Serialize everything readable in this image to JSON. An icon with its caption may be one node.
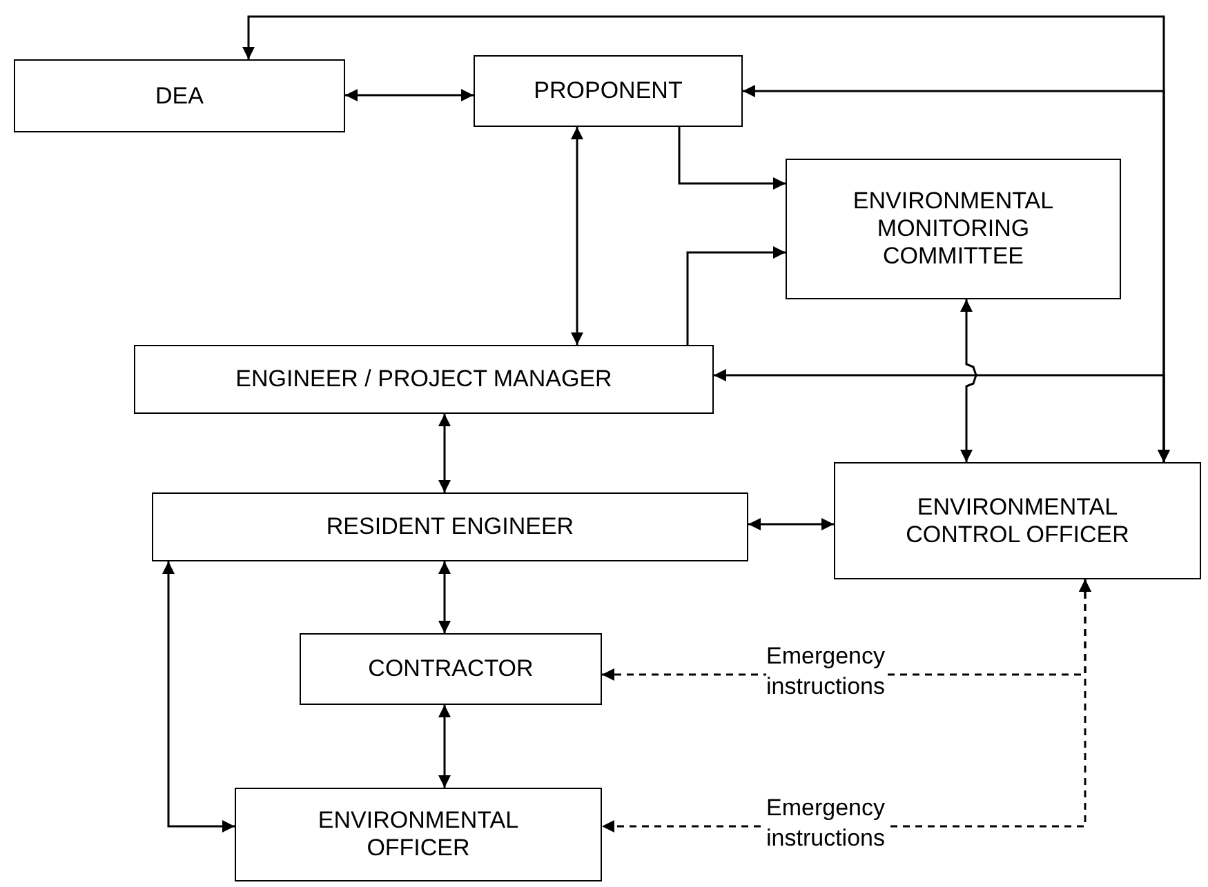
{
  "diagram": {
    "nodes": [
      {
        "text": [
          "DEA"
        ]
      },
      {
        "text": [
          "PROPONENT"
        ]
      },
      {
        "text": [
          "ENVIRONMENTAL MONITORING COMMITTEE"
        ]
      },
      {
        "text": [
          "ENGINEER / PROJECT MANAGER"
        ]
      },
      {
        "text": [
          "RESIDENT ENGINEER"
        ]
      },
      {
        "text": [
          "ENVIRONMENTAL CONTROL OFFICER"
        ]
      },
      {
        "text": [
          "CONTRACTOR"
        ]
      },
      {
        "text": [
          "ENVIRONMENTAL OFFICER"
        ]
      }
    ],
    "edges": [
      {
        "from": 0,
        "to": 1,
        "arrow": "both"
      },
      {
        "from": 1,
        "to": 3,
        "arrow": "both"
      },
      {
        "from": 1,
        "to": 2,
        "arrow": "to"
      },
      {
        "from": 3,
        "to": 2,
        "arrow": "to"
      },
      {
        "from": 5,
        "to": 0,
        "arrow": "both"
      },
      {
        "from": 5,
        "to": 1,
        "arrow": "both"
      },
      {
        "from": 5,
        "to": 3,
        "arrow": "both"
      },
      {
        "from": 2,
        "to": 5,
        "arrow": "both"
      },
      {
        "from": 3,
        "to": 4,
        "arrow": "both"
      },
      {
        "from": 4,
        "to": 5,
        "arrow": "both"
      },
      {
        "from": 4,
        "to": 6,
        "arrow": "both"
      },
      {
        "from": 6,
        "to": 7,
        "arrow": "both"
      },
      {
        "from": 4,
        "to": 7,
        "arrow": "both"
      },
      {
        "from": 5,
        "to": 6,
        "arrow": "both",
        "style": "dashed",
        "label": "Emergency instructions"
      },
      {
        "from": 5,
        "to": 7,
        "arrow": "both",
        "style": "dashed",
        "label": "Emergency instructions"
      }
    ]
  }
}
